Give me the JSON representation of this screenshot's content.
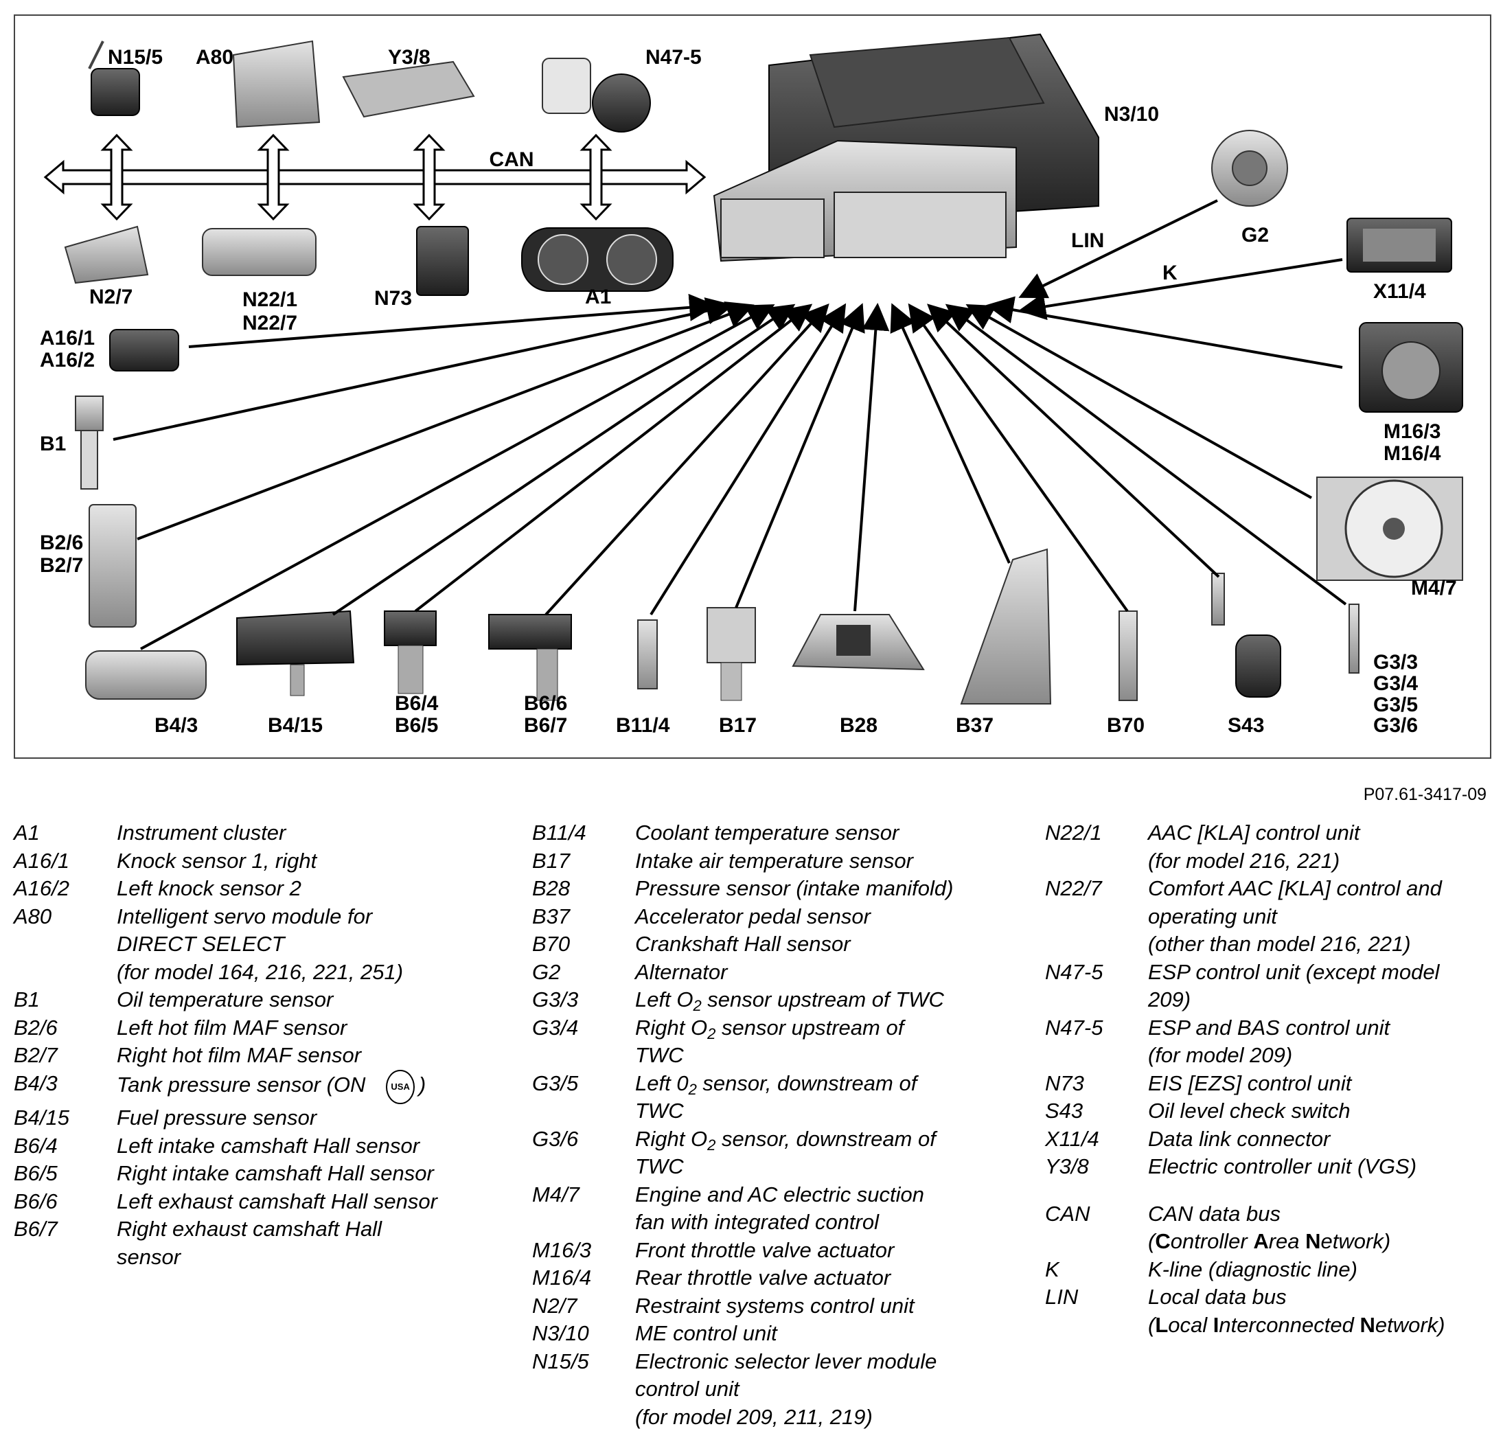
{
  "diagram": {
    "bus_labels": {
      "can": "CAN",
      "lin": "LIN",
      "k": "K"
    },
    "labels": {
      "n15_5": "N15/5",
      "a80": "A80",
      "y3_8": "Y3/8",
      "n47_5": "N47-5",
      "n3_10": "N3/10",
      "n2_7": "N2/7",
      "n22_1": "N22/1",
      "n22_7": "N22/7",
      "n73": "N73",
      "a1": "A1",
      "g2": "G2",
      "x11_4": "X11/4",
      "a16_1": "A16/1",
      "a16_2": "A16/2",
      "b1": "B1",
      "b2_6": "B2/6",
      "b2_7": "B2/7",
      "m16_3": "M16/3",
      "m16_4": "M16/4",
      "m4_7": "M4/7",
      "b4_3": "B4/3",
      "b4_15": "B4/15",
      "b6_4": "B6/4",
      "b6_5": "B6/5",
      "b6_6": "B6/6",
      "b6_7": "B6/7",
      "b11_4": "B11/4",
      "b17": "B17",
      "b28": "B28",
      "b37": "B37",
      "b70": "B70",
      "s43": "S43",
      "g3_3": "G3/3",
      "g3_4": "G3/4",
      "g3_5": "G3/5",
      "g3_6": "G3/6"
    },
    "reference": "P07.61-3417-09"
  },
  "legend": {
    "col1": [
      {
        "code": "A1",
        "text": "Instrument cluster"
      },
      {
        "code": "A16/1",
        "text": "Knock sensor 1, right"
      },
      {
        "code": "A16/2",
        "text": "Left knock sensor 2"
      },
      {
        "code": "A80",
        "text": "Intelligent servo module for"
      },
      {
        "code": "",
        "text": "DIRECT SELECT"
      },
      {
        "code": "",
        "text": "(for model 164, 216, 221, 251)"
      },
      {
        "code": "B1",
        "text": "Oil temperature sensor"
      },
      {
        "code": "B2/6",
        "text": "Left hot film MAF sensor"
      },
      {
        "code": "B2/7",
        "text": "Right hot film MAF sensor"
      },
      {
        "code": "B4/3",
        "text": "Tank pressure sensor (ON",
        "badge": "USA",
        "after": ")"
      },
      {
        "code": "B4/15",
        "text": "Fuel pressure sensor"
      },
      {
        "code": "B6/4",
        "text": "Left intake camshaft Hall sensor"
      },
      {
        "code": "B6/5",
        "text": "Right intake camshaft Hall sensor"
      },
      {
        "code": "B6/6",
        "text": "Left exhaust camshaft Hall sensor"
      },
      {
        "code": "B6/7",
        "text": "Right exhaust camshaft Hall"
      },
      {
        "code": "",
        "text": "sensor"
      }
    ],
    "col2": [
      {
        "code": "B11/4",
        "text": "Coolant temperature sensor"
      },
      {
        "code": "B17",
        "text": "Intake air temperature sensor"
      },
      {
        "code": "B28",
        "text": "Pressure sensor (intake manifold)"
      },
      {
        "code": "B37",
        "text": "Accelerator pedal sensor"
      },
      {
        "code": "B70",
        "text": "Crankshaft Hall sensor"
      },
      {
        "code": "G2",
        "text": "Alternator"
      },
      {
        "code": "G3/3",
        "text": "Left O",
        "sub": "2",
        "after": " sensor upstream of TWC"
      },
      {
        "code": "G3/4",
        "text": "Right O",
        "sub": "2",
        "after": " sensor upstream of"
      },
      {
        "code": "",
        "text": "TWC"
      },
      {
        "code": "G3/5",
        "text": "Left 0",
        "sub": "2",
        "after": " sensor, downstream of"
      },
      {
        "code": "",
        "text": "TWC"
      },
      {
        "code": "G3/6",
        "text": "Right O",
        "sub": "2",
        "after": " sensor, downstream of"
      },
      {
        "code": "",
        "text": "TWC"
      },
      {
        "code": "M4/7",
        "text": "Engine and AC electric suction"
      },
      {
        "code": "",
        "text": "fan with integrated control"
      },
      {
        "code": "M16/3",
        "text": "Front throttle valve actuator"
      },
      {
        "code": "M16/4",
        "text": "Rear throttle valve actuator"
      },
      {
        "code": "N2/7",
        "text": "Restraint systems control unit"
      },
      {
        "code": "N3/10",
        "text": "ME control unit"
      },
      {
        "code": "N15/5",
        "text": "Electronic selector lever module"
      },
      {
        "code": "",
        "text": "control unit"
      },
      {
        "code": "",
        "text": "(for model 209, 211, 219)"
      }
    ],
    "col3": [
      {
        "code": "N22/1",
        "text": "AAC [KLA] control unit"
      },
      {
        "code": "",
        "text": "(for model 216, 221)"
      },
      {
        "code": "N22/7",
        "text": "Comfort AAC [KLA] control and"
      },
      {
        "code": "",
        "text": "operating unit"
      },
      {
        "code": "",
        "text": "(other than model 216, 221)"
      },
      {
        "code": "N47-5",
        "text": "ESP control unit (except model"
      },
      {
        "code": "",
        "text": "209)"
      },
      {
        "code": "N47-5",
        "text": "ESP and BAS control unit"
      },
      {
        "code": "",
        "text": "(for model 209)"
      },
      {
        "code": "N73",
        "text": "EIS [EZS] control unit"
      },
      {
        "code": "S43",
        "text": "Oil level check switch"
      },
      {
        "code": "X11/4",
        "text": "Data link connector"
      },
      {
        "code": "Y3/8",
        "text": "Electric controller unit (VGS)"
      },
      {
        "gap": true
      },
      {
        "code": "CAN",
        "text": "CAN data bus"
      },
      {
        "code": "",
        "text": "(",
        "rich": [
          [
            "C",
            "ontroller  "
          ],
          [
            "A",
            "rea "
          ],
          [
            "N",
            "etwork)"
          ]
        ]
      },
      {
        "code": "K",
        "text": "K-line (diagnostic line)"
      },
      {
        "code": "LIN",
        "text": "Local data bus"
      },
      {
        "code": "",
        "text": "(",
        "rich": [
          [
            "L",
            "ocal "
          ],
          [
            "I",
            "nterconnected "
          ],
          [
            "N",
            "etwork)"
          ]
        ]
      }
    ]
  }
}
